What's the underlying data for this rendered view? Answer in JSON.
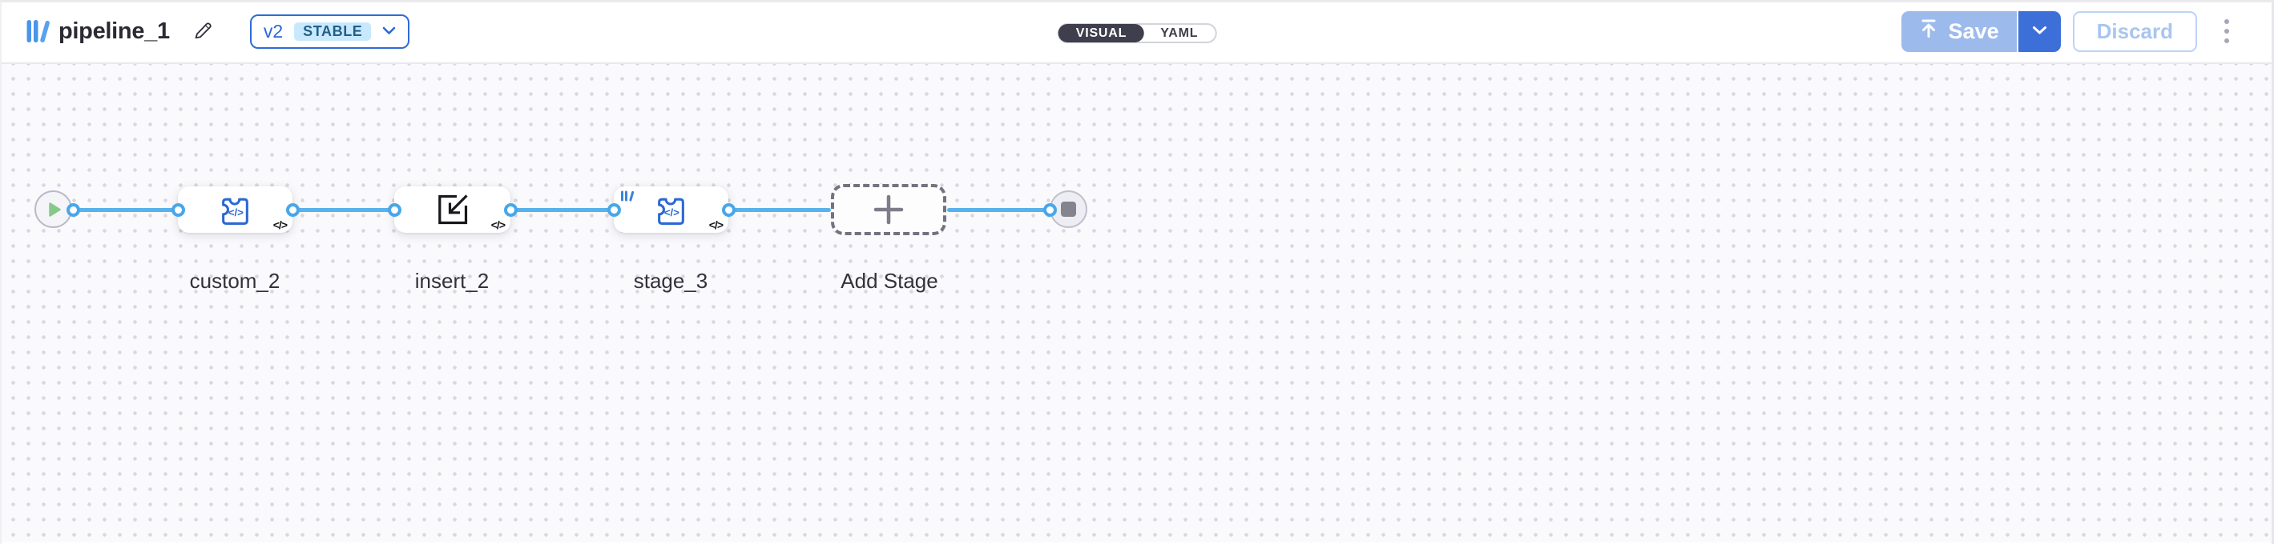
{
  "header": {
    "logo_icon": "library-bars-icon",
    "title": "pipeline_1",
    "edit_icon": "pencil-icon",
    "version_selector": {
      "version": "v2",
      "status_badge": "STABLE",
      "chevron_icon": "chevron-down-icon"
    },
    "view_toggle": {
      "visual_label": "VISUAL",
      "yaml_label": "YAML",
      "selected": "VISUAL"
    },
    "save_button": {
      "label": "Save",
      "icon": "upload-arrow-icon",
      "caret_icon": "chevron-down-icon",
      "state": "disabled"
    },
    "discard_button": {
      "label": "Discard",
      "state": "disabled"
    },
    "more_menu_icon": "kebab-menu-icon"
  },
  "canvas": {
    "code_glyph": "</>",
    "start_node": {
      "icon": "play-icon"
    },
    "end_node": {
      "icon": "stop-icon"
    },
    "stages": [
      {
        "label": "custom_2",
        "type_icon": "puzzle-code-icon",
        "corner_icon": "code-icon"
      },
      {
        "label": "insert_2",
        "type_icon": "import-icon",
        "corner_icon": "code-icon"
      },
      {
        "label": "stage_3",
        "type_icon": "puzzle-code-icon",
        "corner_icon": "code-icon",
        "badge_icon": "library-bars-icon"
      },
      {
        "label": "Add Stage",
        "type_icon": "plus-icon"
      }
    ]
  },
  "colors": {
    "accent_blue": "#3d6fd8",
    "save_disabled_blue": "#9cbaec",
    "discard_text_blue": "#a9c5f0",
    "stable_badge_bg": "#c8e9fd",
    "stable_badge_text": "#215f88",
    "toggle_dark": "#3e3e4c",
    "edge_blue": "#58b2ec",
    "port_ring_blue": "#48a7ea",
    "node_icon_blue": "#2b69d2",
    "logo_blue": "#4a94e9",
    "play_green": "#86c88a",
    "canvas_bg": "#fafafc",
    "canvas_dot": "#d8d8e2"
  }
}
